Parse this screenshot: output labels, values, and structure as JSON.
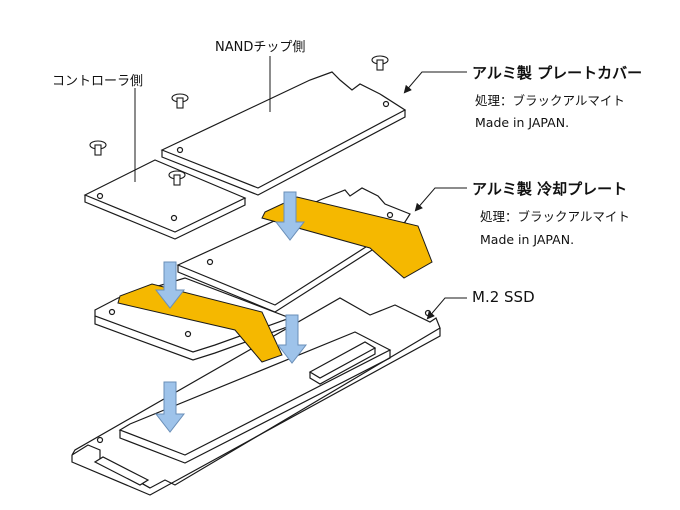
{
  "labels": {
    "nand_side": "NANDチップ側",
    "controller_side": "コントローラ側",
    "top_cover": {
      "title": "アルミ製 プレートカバー",
      "treatment": "処理：ブラックアルマイト",
      "origin": "Made in JAPAN."
    },
    "cooling_plate": {
      "title": "アルミ製 冷却プレート",
      "treatment": "処理：ブラックアルマイト",
      "origin": "Made in JAPAN."
    },
    "ssd": "M.2 SSD"
  },
  "colors": {
    "thermal_pad": "#f5b800",
    "arrow_fill": "#9ec3ea",
    "arrow_stroke": "#6a8fb8",
    "line": "#1a1a1a"
  }
}
